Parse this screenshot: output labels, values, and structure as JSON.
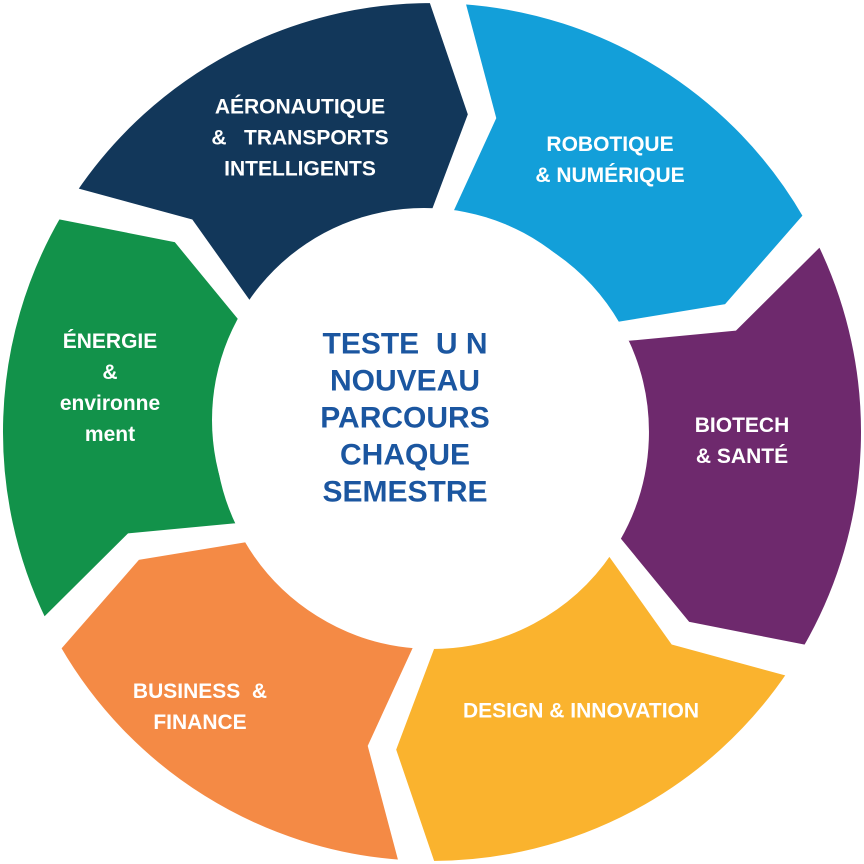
{
  "center": {
    "lines": [
      "TESTE  U N",
      "NOUVEAU",
      "PARCOURS",
      "CHAQUE",
      "SEMESTRE"
    ],
    "color": "#1b56a0"
  },
  "segments": [
    {
      "id": "aeronautique",
      "label": "AÉRONAUTIQUE\n&   TRANSPORTS\nINTELLIGENTS",
      "color": "#12375a"
    },
    {
      "id": "robotique",
      "label": "ROBOTIQUE\n& NUMÉRIQUE",
      "color": "#139fd9"
    },
    {
      "id": "biotech",
      "label": "BIOTECH\n& SANTÉ",
      "color": "#6e296d"
    },
    {
      "id": "design",
      "label": "DESIGN & INNOVATION",
      "color": "#fab32e"
    },
    {
      "id": "business",
      "label": "BUSINESS  &\nFINANCE",
      "color": "#f48a45"
    },
    {
      "id": "energie",
      "label": "ÉNERGIE\n&\nenvironne\nment",
      "color": "#12924a"
    }
  ]
}
